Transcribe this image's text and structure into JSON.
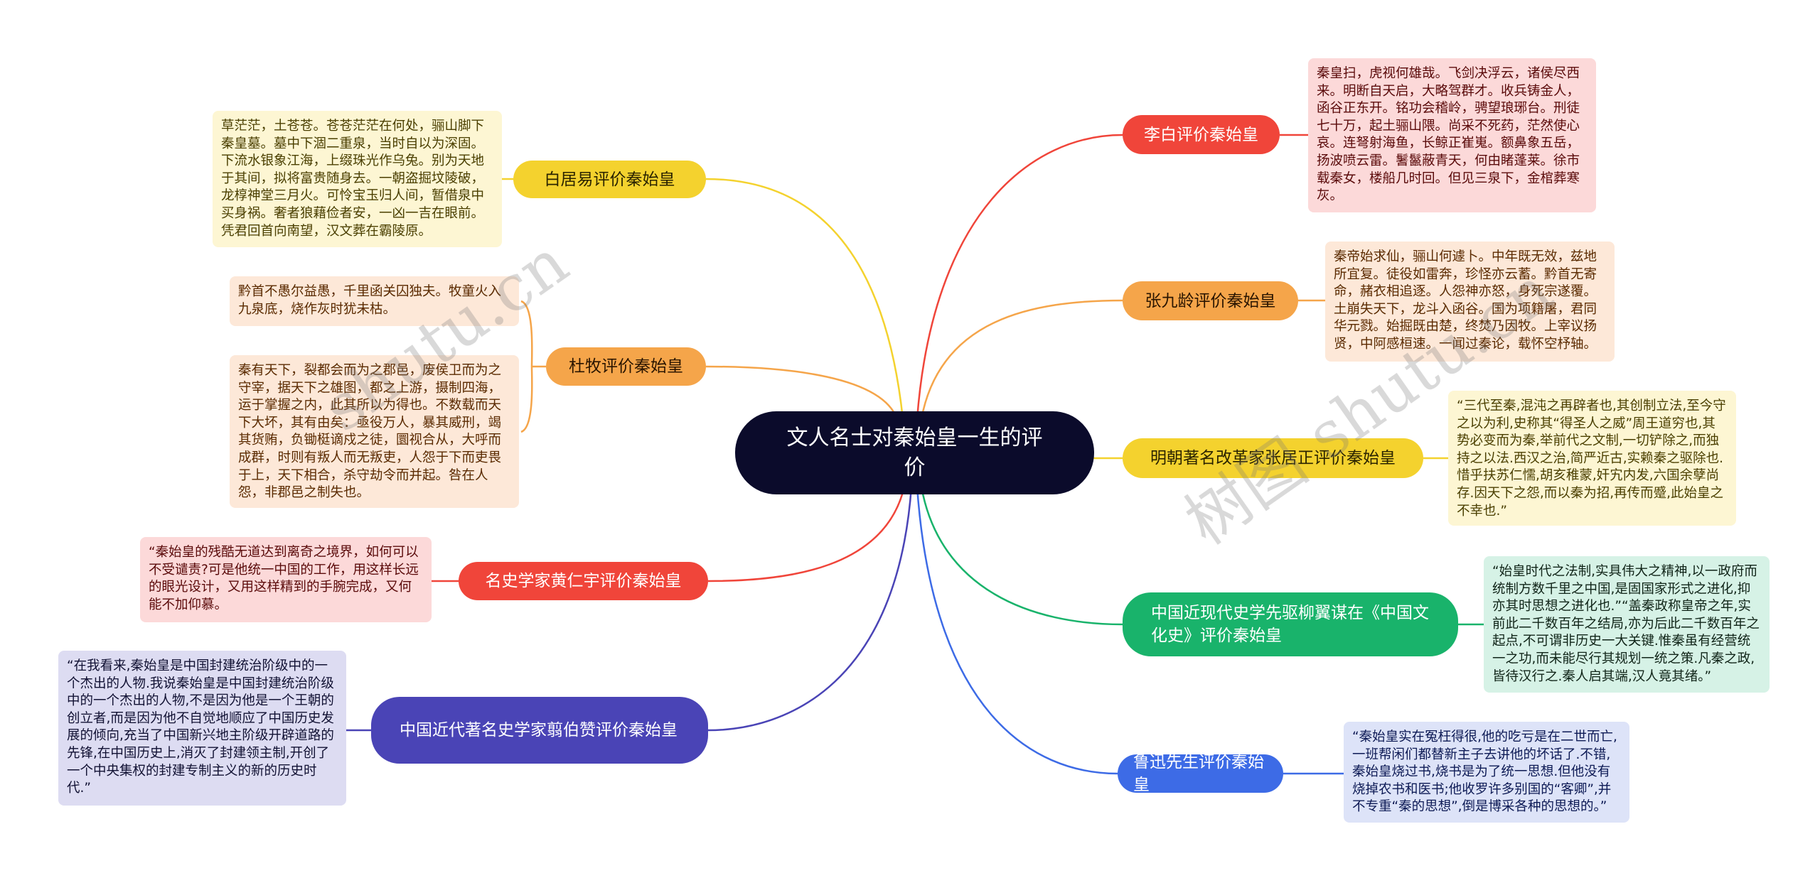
{
  "center": {
    "title": "文人名士对秦始皇一生的评价"
  },
  "colors": {
    "center": "#0b0b2b",
    "yellow": "#f4d22e",
    "orange": "#f5a54a",
    "red": "#f0453a",
    "purple": "#4a44b6",
    "green": "#19b36b",
    "blue": "#3d6be6"
  },
  "left": [
    {
      "label": "白居易评价秦始皇",
      "texts": [
        "草茫茫，土苍苍。苍苍茫茫在何处，骊山脚下秦皇墓。墓中下涸二重泉，当时自以为深固。下流水银象江海，上缀珠光作乌兔。别为天地于其间，拟将富贵随身去。一朝盗掘坟陵破，龙椁神堂三月火。可怜宝玉归人间，暂借泉中买身祸。奢者狼藉俭者安，一凶一吉在眼前。凭君回首向南望，汉文葬在霸陵原。"
      ]
    },
    {
      "label": "杜牧评价秦始皇",
      "texts": [
        "黔首不愚尔益愚，千里函关囚独夫。牧童火入九泉底，烧作灰时犹未枯。",
        "秦有天下，裂都会而为之郡邑，废侯卫而为之守宰，据天下之雄图，都之上游，摄制四海，运于掌握之内，此其所以为得也。不数载而天下大坏，其有由矣：亟役万人，暴其威刑，竭其货贿，负锄梃谪戍之徒，圜视合从，大呼而成群，时则有叛人而无叛吏，人怨于下而吏畏于上，天下相合，杀守劫令而并起。咎在人怨，非郡邑之制失也。"
      ]
    },
    {
      "label": "名史学家黄仁宇评价秦始皇",
      "texts": [
        "“秦始皇的残酷无道达到离奇之境界，如何可以不受谴责?可是他统一中国的工作，用这样长远的眼光设计，又用这样精到的手腕完成，又何能不加仰慕。"
      ]
    },
    {
      "label": "中国近代著名史学家翦伯赞评价秦始皇",
      "texts": [
        "“在我看来,秦始皇是中国封建统治阶级中的一个杰出的人物.我说秦始皇是中国封建统治阶级中的一个杰出的人物,不是因为他是一个王朝的创立者,而是因为他不自觉地顺应了中国历史发展的倾向,充当了中国新兴地主阶级开辟道路的先锋,在中国历史上,消灭了封建领主制,开创了一个中央集权的封建专制主义的新的历史时代.”"
      ]
    }
  ],
  "right": [
    {
      "label": "李白评价秦始皇",
      "texts": [
        "秦皇扫，虎视何雄哉。飞剑决浮云，诸侯尽西来。明断自天启，大略驾群才。收兵铸金人，函谷正东开。铭功会稽岭，骋望琅琊台。刑徒七十万，起土骊山隈。尚采不死药，茫然使心哀。连弩射海鱼，长鲸正崔嵬。额鼻象五岳，扬波喷云雷。鬐鬣蔽青天，何由睹蓬莱。徐市载秦女，楼船几时回。但见三泉下，金棺葬寒灰。"
      ]
    },
    {
      "label": "张九龄评价秦始皇",
      "texts": [
        "秦帝始求仙，骊山何遽卜。中年既无效，兹地所宜复。徒役如雷奔，珍怪亦云蓄。黔首无寄命，赭衣相追逐。人怨神亦怒，身死宗遂覆。土崩失天下，龙斗入函谷。国为项籍屠，君同华元戮。始掘既由楚，终焚乃因牧。上宰议扬贤，中阿感桓速。一闻过秦论，载怀空杼轴。"
      ]
    },
    {
      "label": "明朝著名改革家张居正评价秦始皇",
      "texts": [
        "“三代至秦,混沌之再辟者也,其创制立法,至今守之以为利,史称其“得圣人之威”周王道穷也,其势必变而为秦,举前代之文制,一切铲除之,而独持之以法.西汉之治,简严近古,实赖秦之驱除也.惜乎扶苏仁懦,胡亥稚蒙,奸宄内发,六国余孽尚存.因天下之怨,而以秦为招,再传而蹙,此始皇之不幸也.”"
      ]
    },
    {
      "label": "中国近现代史学先驱柳翼谋在《中国文化史》评价秦始皇",
      "texts": [
        "“始皇时代之法制,实具伟大之精神,以一政府而统制方数千里之中国,是固国家形式之进化,抑亦其时思想之进化也.”“盖秦政称皇帝之年,实前此二千数百年之结局,亦为后此二千数百年之起点,不可谓非历史一大关键.惟秦虽有经营统一之功,而未能尽行其规划一统之策.凡秦之政,皆待汉行之.秦人启其端,汉人竟其绪。”"
      ]
    },
    {
      "label": "鲁迅先生评价秦始皇",
      "texts": [
        "“秦始皇实在冤枉得很,他的吃亏是在二世而亡,一班帮闲们都替新主子去讲他的坏话了.不错,秦始皇烧过书,烧书是为了统一思想.但他没有烧掉农书和医书;他收罗许多别国的“客卿”,并不专重“秦的思想”,倒是博采各种的思想的。”"
      ]
    }
  ],
  "watermark": {
    "text_1": "shutu.cn",
    "text_2": "树图 shutu.cn"
  }
}
